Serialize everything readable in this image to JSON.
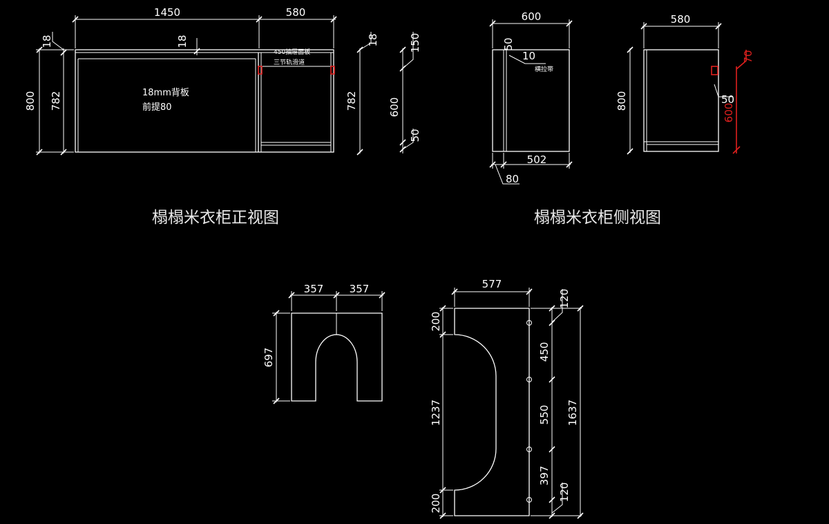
{
  "front_view": {
    "title": "榻榻米衣柜正视图",
    "dim_total_width": "1450",
    "dim_right_width": "580",
    "dim_total_height": "800",
    "dim_inner_height": "782",
    "dim_top_left": "18",
    "dim_top_mid": "18",
    "dim_right_top": "18",
    "dim_right_inner": "782",
    "dim_right_a": "150",
    "dim_right_b": "600",
    "dim_right_c": "50",
    "note_panel_line1": "18mm背板",
    "note_panel_line2": "前提80",
    "note_drawer_line1": "450抽屉面板",
    "note_drawer_line2": "三节轨滑道"
  },
  "side_view": {
    "title": "榻榻米衣柜侧视图",
    "dim_a_width": "600",
    "dim_a_top": "50",
    "dim_a_10": "10",
    "note_rail": "横拉带",
    "dim_a_bottom": "502",
    "dim_a_offset": "80",
    "dim_b_width": "580",
    "dim_b_height": "800",
    "dim_b_70": "70",
    "dim_b_50": "50",
    "dim_b_600": "600"
  },
  "arch_panel": {
    "dim_left": "357",
    "dim_right": "357",
    "dim_height": "697"
  },
  "side_panel": {
    "dim_width": "577",
    "dim_top": "200",
    "dim_middle": "1237",
    "dim_bottom": "200",
    "dim_120_top": "120",
    "dim_450": "450",
    "dim_550": "550",
    "dim_397": "397",
    "dim_120_bottom": "120",
    "dim_total": "1637"
  }
}
